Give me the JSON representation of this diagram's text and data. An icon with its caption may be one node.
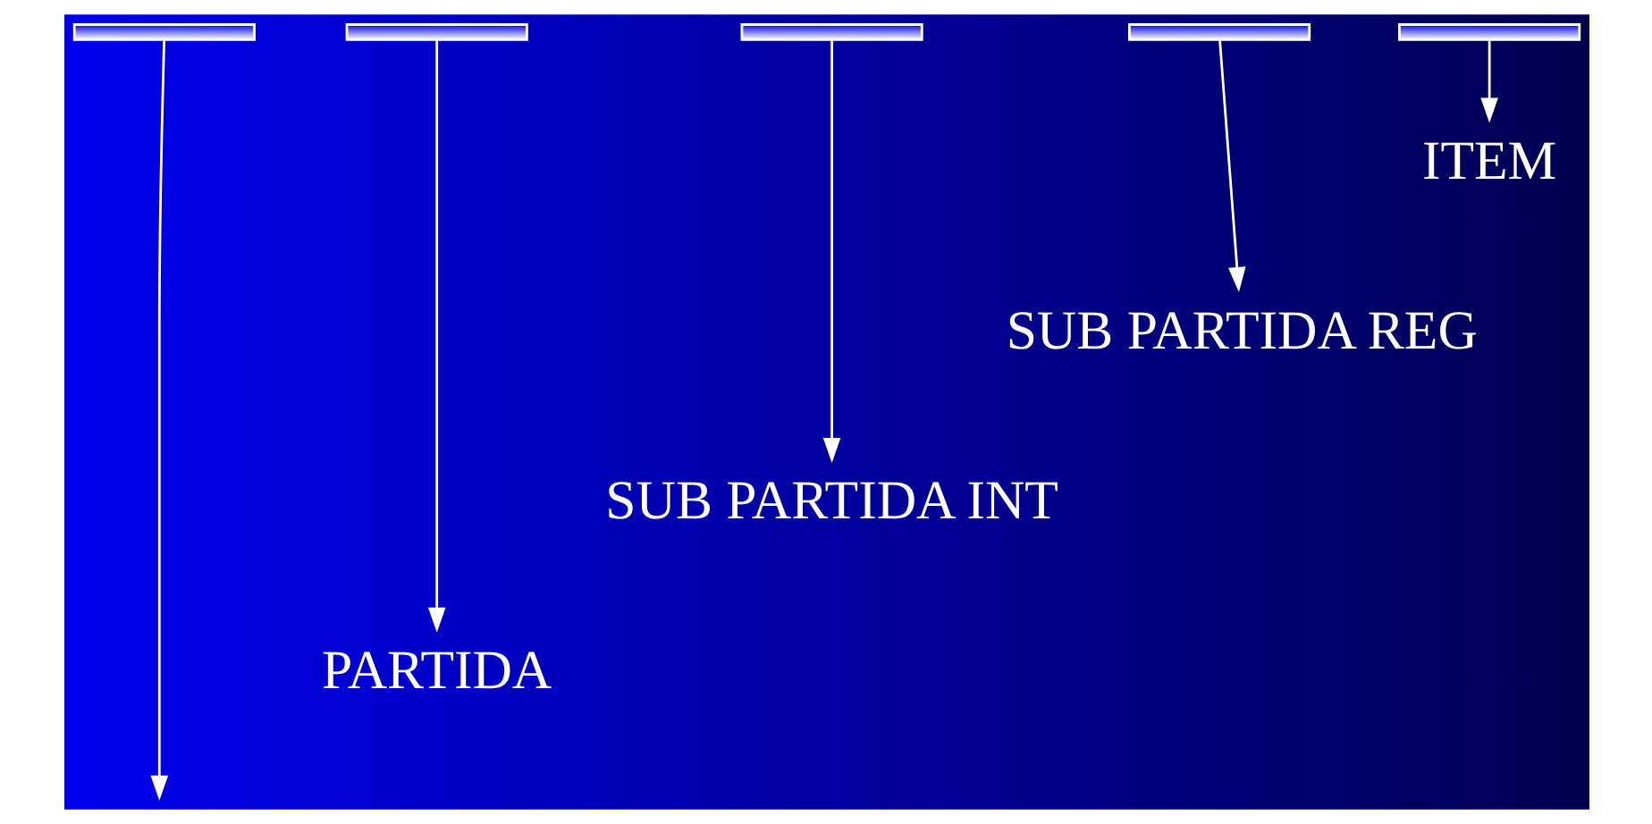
{
  "diagram": {
    "nodes": [
      {
        "text": [],
        "shape": "bar"
      },
      {
        "text": [],
        "shape": "bar"
      },
      {
        "text": [],
        "shape": "bar"
      },
      {
        "text": [],
        "shape": "bar"
      },
      {
        "text": [],
        "shape": "bar"
      },
      {
        "text": [
          "ITEM"
        ]
      },
      {
        "text": [
          "SUB PARTIDA REG"
        ]
      },
      {
        "text": [
          "SUB PARTIDA INT"
        ]
      },
      {
        "text": [
          "PARTIDA"
        ]
      }
    ],
    "edges": [
      {
        "from": 0,
        "to": null,
        "arrow": "to"
      },
      {
        "from": 1,
        "to": 8,
        "arrow": "to"
      },
      {
        "from": 2,
        "to": 7,
        "arrow": "to"
      },
      {
        "from": 3,
        "to": 6,
        "arrow": "to"
      },
      {
        "from": 4,
        "to": 5,
        "arrow": "to"
      }
    ]
  }
}
